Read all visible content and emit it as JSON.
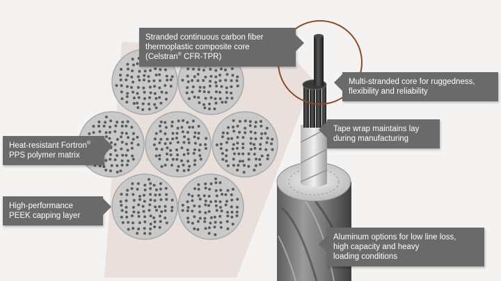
{
  "callouts": {
    "carbon_core": {
      "line1": "Stranded continuous carbon fiber",
      "line2": "thermoplastic composite core",
      "line3_pre": "(Celstran",
      "line3_mark": "®",
      "line3_post": " CFR-TPR)"
    },
    "multi_strand": {
      "line1": "Multi-stranded core for ruggedness,",
      "line2": "flexibility and reliability"
    },
    "tape_wrap": {
      "line1": "Tape wrap maintains lay",
      "line2": "during manufacturing"
    },
    "pps_matrix": {
      "line1_pre": "Heat-resistant Fortron",
      "line1_mark": "®",
      "line2": "PPS polymer matrix"
    },
    "peek_layer": {
      "line1": "High-performance",
      "line2": "PEEK capping layer"
    },
    "aluminum": {
      "line1": "Aluminum options for low line loss,",
      "line2": "high capacity and heavy",
      "line3": "loading conditions"
    }
  },
  "colors": {
    "callout_bg": "#6a6a6a",
    "highlight_circle": "#8b4a2c",
    "strand_fill": "#c9c9c9",
    "fiber_dot": "#5a5a5a",
    "background": "#f4f3f1"
  }
}
